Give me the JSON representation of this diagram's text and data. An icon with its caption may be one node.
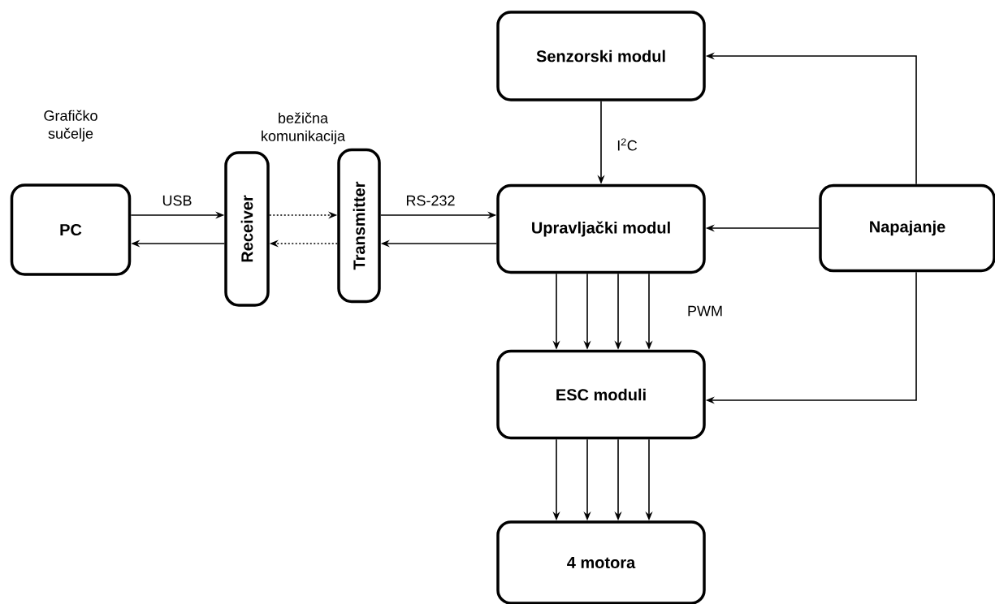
{
  "diagram": {
    "nodes": [
      {
        "text": [
          "PC"
        ],
        "beside": [
          "Grafičko sučelje"
        ]
      },
      {
        "text": [
          "Receiver"
        ]
      },
      {
        "text": [
          "Transmitter"
        ]
      },
      {
        "text": [
          "Senzorski modul"
        ]
      },
      {
        "text": [
          "Upravljački modul"
        ]
      },
      {
        "text": [
          "Napajanje"
        ]
      },
      {
        "text": [
          "ESC moduli"
        ]
      },
      {
        "text": [
          "4 motora"
        ]
      }
    ],
    "edges": [
      {
        "from": 0,
        "to": 1,
        "arrow": "to",
        "label": "USB"
      },
      {
        "from": 1,
        "to": 0,
        "arrow": "to"
      },
      {
        "from": 1,
        "to": 2,
        "arrow": "to",
        "style": "dashed"
      },
      {
        "from": 2,
        "to": 1,
        "arrow": "to",
        "style": "dashed"
      },
      {
        "from": 2,
        "to": 4,
        "arrow": "to",
        "label": "RS-232"
      },
      {
        "from": 4,
        "to": 2,
        "arrow": "to"
      },
      {
        "from": 3,
        "to": 4,
        "arrow": "to",
        "label": "I$^{2}$C"
      },
      {
        "from": 5,
        "to": 3,
        "arrow": "to"
      },
      {
        "from": 5,
        "to": 4,
        "arrow": "to"
      },
      {
        "from": 5,
        "to": 6,
        "arrow": "to"
      },
      {
        "from": 4,
        "to": 6,
        "arrow": "to"
      },
      {
        "from": 4,
        "to": 6,
        "arrow": "to"
      },
      {
        "from": 4,
        "to": 6,
        "arrow": "to"
      },
      {
        "from": 4,
        "to": 6,
        "arrow": "to"
      },
      {
        "from": 6,
        "to": 7,
        "arrow": "to"
      },
      {
        "from": 6,
        "to": 7,
        "arrow": "to"
      },
      {
        "from": 6,
        "to": 7,
        "arrow": "to"
      },
      {
        "from": 6,
        "to": 7,
        "arrow": "to"
      }
    ],
    "labels": [
      "bežična komunikacija",
      "PWM"
    ]
  }
}
